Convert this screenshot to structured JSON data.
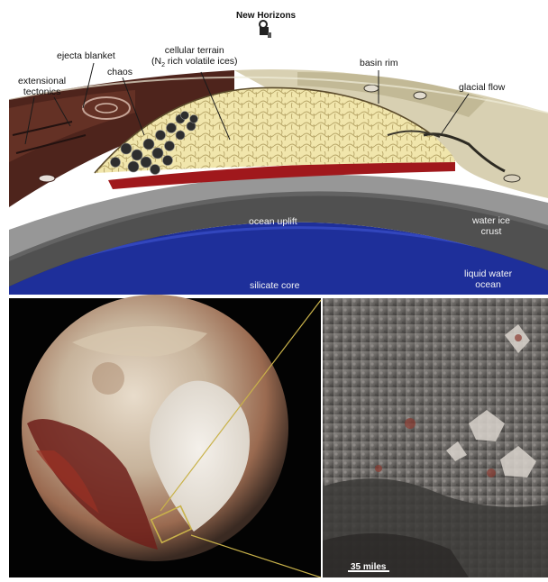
{
  "diagram": {
    "spacecraft_label": "New Horizons",
    "spacecraft_icon": "new-horizons-spacecraft-icon",
    "labels": {
      "ejecta_blanket": "ejecta blanket",
      "extensional_tectonics_line1": "extensional",
      "extensional_tectonics_line2": "tectonics",
      "chaos": "chaos",
      "cellular_terrain_line1": "cellular terrain",
      "cellular_terrain_line2_prefix": "(N",
      "cellular_terrain_line2_sub": "2",
      "cellular_terrain_line2_suffix": " rich volatile ices)",
      "basin_rim": "basin rim",
      "glacial_flow": "glacial flow",
      "ocean_uplift": "ocean uplift",
      "water_ice_crust_line1": "water ice",
      "water_ice_crust_line2": "crust",
      "liquid_water_ocean_line1": "liquid water",
      "liquid_water_ocean_line2": "ocean",
      "silicate_core": "silicate core"
    }
  },
  "photos": {
    "pluto_globe": "pluto-global-view",
    "closeup": "surface-closeup",
    "scale_bar_label": "35 miles"
  },
  "colors": {
    "ocean": "#1e2f9a",
    "crust": "#4a4a4a",
    "ejecta": "#5a2a22",
    "nitrogen_ice": "#f2e7b0",
    "red_layer": "#a0181c",
    "highlight_box": "#c9b24a"
  }
}
